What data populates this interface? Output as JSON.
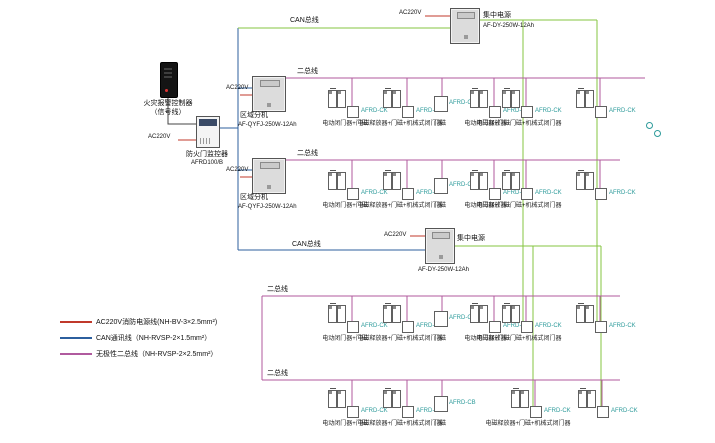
{
  "colors": {
    "red": "#c0392b",
    "blue": "#2c5f9e",
    "magenta": "#b05a9e",
    "green": "#86c540",
    "teal": "#2e9b9b"
  },
  "top": {
    "can_label": "CAN总线"
  },
  "mid": {
    "can_label": "CAN总线"
  },
  "supply1": {
    "ac": "AC220V",
    "name": "集中电源",
    "model": "AF-DY-250W-12Ah"
  },
  "supply2": {
    "ac": "AC220V",
    "name": "集中电源",
    "model": "AF-DY-250W-12Ah"
  },
  "controller": {
    "line1": "火灾报警控制器",
    "line2": "（信号线）"
  },
  "monitor": {
    "ac": "AC220V",
    "name": "防火门监控器",
    "model": "AFRD100/B"
  },
  "ext1": {
    "ac": "AC220V",
    "name": "区域分机",
    "model": "AF-QYFJ-250W-12Ah"
  },
  "ext2": {
    "ac": "AC220V",
    "name": "区域分机",
    "model": "AF-QYFJ-250W-12Ah"
  },
  "rows": [
    {
      "bus_label": "二总线",
      "clusters": [
        {
          "kind": "door",
          "label": "AFRD-CK",
          "caption": "电动闭门器+门磁"
        },
        {
          "kind": "door",
          "label": "AFRD-CK",
          "caption": "电磁释放器+门磁+机械式闭门器"
        },
        {
          "kind": "box",
          "label": "AFRD-CB",
          "caption": "门磁"
        },
        {
          "kind": "door",
          "label": "AFRD-CK",
          "caption": "电动闭门器+门磁"
        },
        {
          "kind": "door",
          "label": "AFRD-CK",
          "caption": "电磁释放器+门磁+机械式闭门器"
        },
        {
          "kind": "door",
          "label": "AFRD-CK",
          "caption": ""
        }
      ]
    },
    {
      "bus_label": "二总线",
      "clusters": [
        {
          "kind": "door",
          "label": "AFRD-CK",
          "caption": "电动闭门器+门磁"
        },
        {
          "kind": "door",
          "label": "AFRD-CK",
          "caption": "电磁释放器+门磁+机械式闭门器"
        },
        {
          "kind": "box",
          "label": "AFRD-CB",
          "caption": "门磁"
        },
        {
          "kind": "door",
          "label": "AFRD-CK",
          "caption": "电动闭门器+门磁"
        },
        {
          "kind": "door",
          "label": "AFRD-CK",
          "caption": "电磁释放器+门磁+机械式闭门器"
        },
        {
          "kind": "door",
          "label": "AFRD-CK",
          "caption": ""
        }
      ]
    },
    {
      "bus_label": "二总线",
      "clusters": [
        {
          "kind": "door",
          "label": "AFRD-CK",
          "caption": "电动闭门器+门磁"
        },
        {
          "kind": "door",
          "label": "AFRD-CK",
          "caption": "电磁释放器+门磁+机械式闭门器"
        },
        {
          "kind": "box",
          "label": "AFRD-CB",
          "caption": "门磁"
        },
        {
          "kind": "door",
          "label": "AFRD-CK",
          "caption": "电动闭门器+门磁"
        },
        {
          "kind": "door",
          "label": "AFRD-CK",
          "caption": "电磁释放器+门磁+机械式闭门器"
        },
        {
          "kind": "door",
          "label": "AFRD-CK",
          "caption": ""
        }
      ]
    },
    {
      "bus_label": "二总线",
      "clusters": [
        {
          "kind": "door",
          "label": "AFRD-CK",
          "caption": "电动闭门器+门磁"
        },
        {
          "kind": "door",
          "label": "AFRD-CK",
          "caption": "电磁释放器+门磁+机械式闭门器"
        },
        {
          "kind": "box",
          "label": "AFRD-CB",
          "caption": "门磁"
        },
        {
          "kind": "door",
          "label": "AFRD-CK",
          "caption": "电磁释放器+门磁+机械式闭门器"
        },
        {
          "kind": "door",
          "label": "AFRD-CK",
          "caption": ""
        }
      ]
    }
  ],
  "legend": {
    "items": [
      {
        "color": "red",
        "text": "AC220V消防电源线(NH-BV-3×2.5mm²)"
      },
      {
        "color": "blue",
        "text": "CAN通讯线（NH-RVSP-2×1.5mm²）"
      },
      {
        "color": "magenta",
        "text": "无极性二总线（NH-RVSP-2×2.5mm²）"
      }
    ]
  }
}
